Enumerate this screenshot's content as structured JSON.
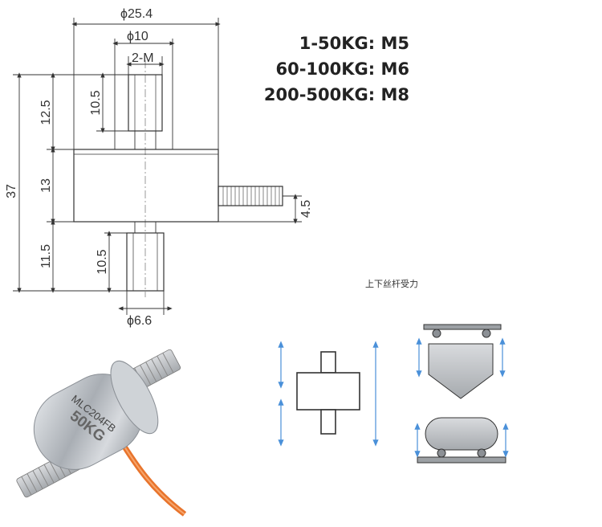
{
  "drawing": {
    "dimensions": {
      "outer_diameter": "ϕ25.4",
      "inner_diameter": "ϕ10",
      "thread": "2-M",
      "top_thread_length": "10.5",
      "top_stud_height": "12.5",
      "total_height": "37",
      "body_height": "13",
      "bottom_stud_height": "11.5",
      "bottom_thread_length": "10.5",
      "cable_offset": "4.5",
      "cable_diameter": "ϕ6.6"
    }
  },
  "thread_specs": [
    "1-50KG: M5",
    "60-100KG: M6",
    "200-500KG: M8"
  ],
  "product_photo": {
    "model_label": "MLC204FB",
    "capacity_label": "50KG"
  },
  "force_diagram": {
    "caption": "上下丝杆受力"
  },
  "colors": {
    "line": "#333333",
    "arrow": "#4a90d9",
    "sensor_fill": "#b8bcc2",
    "cable": "#e8742c"
  }
}
